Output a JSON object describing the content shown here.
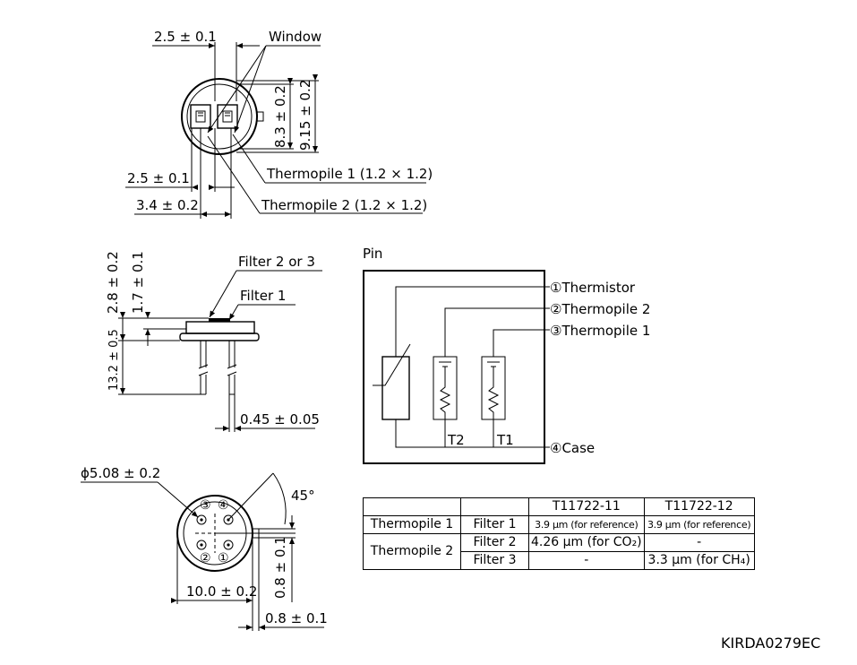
{
  "top_view": {
    "dim_window_gap": "2.5 ± 0.1",
    "window_label": "Window",
    "dim_height_1": "8.3 ± 0.2",
    "dim_height_2": "9.15 ± 0.2",
    "dim_gap_bottom": "2.5 ± 0.1",
    "dim_offset": "3.4 ± 0.2",
    "thermopile1_label": "Thermopile 1 (1.2 × 1.2)",
    "thermopile2_label": "Thermopile 2 (1.2 × 1.2)"
  },
  "side_view": {
    "dim_cap_height": "2.8 ± 0.2",
    "dim_filter_height": "1.7 ± 0.1",
    "dim_lead_length": "13.2 ± 0.5",
    "filter_top_label": "Filter 2 or 3",
    "filter_label": "Filter 1",
    "dim_lead_dia": "0.45 ± 0.05"
  },
  "bottom_view": {
    "dim_diameter": "ϕ5.08 ± 0.2",
    "angle": "45°",
    "dim_tab": "0.8 ± 0.1",
    "dim_width": "10.0 ± 0.2",
    "dim_tab_width": "0.8 ± 0.1",
    "pin_labels": [
      "③",
      "④",
      "②",
      "①"
    ]
  },
  "pin_diagram": {
    "title": "Pin",
    "pins": [
      "①Thermistor",
      "②Thermopile 2",
      "③Thermopile 1",
      "④Case"
    ],
    "element_labels": [
      "T2",
      "T1"
    ]
  },
  "spec_table": {
    "header": [
      "",
      "",
      "T11722-11",
      "T11722-12"
    ],
    "row1": {
      "group": "Thermopile 1",
      "filter": "Filter 1",
      "v11": "3.9 μm (for reference)",
      "v12": "3.9 μm (for reference)"
    },
    "row2": {
      "group": "Thermopile 2",
      "filter": "Filter 2",
      "v11": "4.26 μm (for CO₂)",
      "v12": "-"
    },
    "row3": {
      "filter": "Filter 3",
      "v11": "-",
      "v12": "3.3 μm (for CH₄)"
    }
  },
  "drawing_code": "KIRDA0279EC"
}
